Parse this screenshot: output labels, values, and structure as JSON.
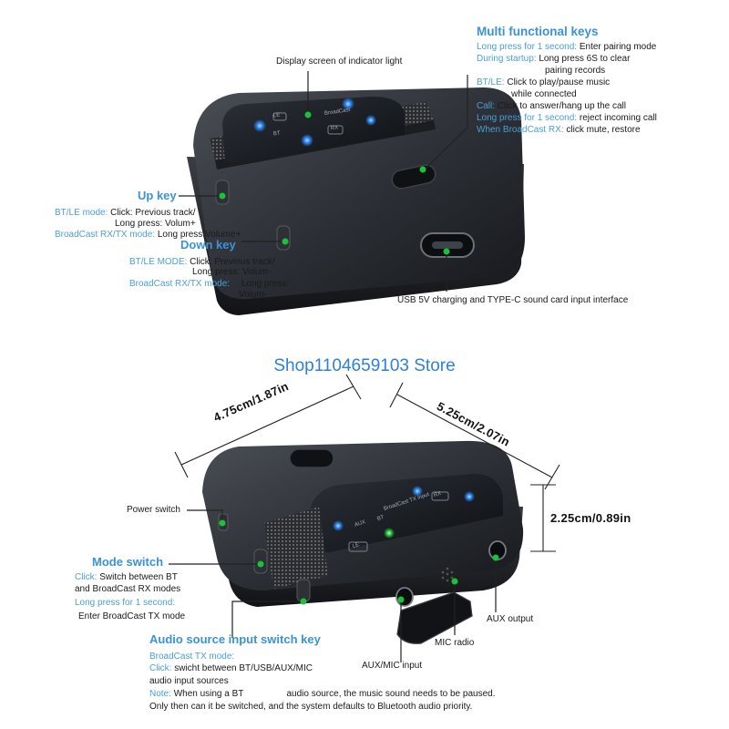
{
  "store_name": "Shop1104659103 Store",
  "top": {
    "display_screen_label": "Display screen of indicator light",
    "multi_keys": {
      "title": "Multi functional keys",
      "lines": [
        {
          "key": "Long press for 1 second:",
          "text": "Enter pairing mode"
        },
        {
          "key": "During startup:",
          "text": "Long press 6S to clear"
        },
        {
          "key": "",
          "text": "pairing  records"
        },
        {
          "key": "BT/LE:",
          "text": "Click to play/pause music"
        },
        {
          "key": "",
          "text": "while connected"
        },
        {
          "key": "Call:",
          "text": "Click to answer/hang up the call"
        },
        {
          "key": "Long press for 1 second:",
          "text": "reject incoming call"
        },
        {
          "key": "When BroadCast RX:",
          "text": "click mute, restore"
        }
      ]
    },
    "up_key": {
      "title": "Up key",
      "lines": [
        {
          "key": "BT/LE mode:",
          "text": "Click: Previous track/"
        },
        {
          "key": "",
          "text": "Long press: Volum+"
        },
        {
          "key": "BroadCast RX/TX mode:",
          "text": "Long press:Volume+"
        }
      ]
    },
    "down_key": {
      "title": "Down key",
      "lines": [
        {
          "key": "BT/LE MODE:",
          "text": "Click: Previous track/"
        },
        {
          "key": "",
          "text": "Long press: Volum-"
        },
        {
          "key": "BroadCast RX/TX mode:",
          "text": "Long press:"
        },
        {
          "key": "",
          "text": "Volum-"
        }
      ]
    },
    "usb_label": "USB 5V charging and TYPE-C sound card input interface",
    "screen_icons": [
      "LE",
      "BroadCast",
      "RX",
      "BT"
    ]
  },
  "bottom": {
    "width_dim": "4.75cm/1.87in",
    "depth_dim": "5.25cm/2.07in",
    "height_dim": "2.25cm/0.89in",
    "power_switch": "Power switch",
    "mode_switch": {
      "title": "Mode switch",
      "lines": [
        {
          "key": "Click:",
          "text": "Switch between BT"
        },
        {
          "key": "",
          "text": "and BroadCast RX modes"
        },
        {
          "key": "Long press for 1 second:",
          "text": ""
        },
        {
          "key": "",
          "text": "Enter BroadCast TX mode"
        }
      ]
    },
    "audio_source": {
      "title": "Audio source input switch key",
      "lines": [
        {
          "key": "BroadCast TX mode:",
          "text": ""
        },
        {
          "key": "Click:",
          "text": "swicht between BT/USB/AUX/MIC"
        },
        {
          "key": "",
          "text": "audio input sources"
        },
        {
          "key": "Note:",
          "text": "When using a BT                 audio source, the music sound needs to be paused."
        },
        {
          "key": "",
          "text": "Only then can it be switched, and the system defaults to Bluetooth audio priority."
        }
      ]
    },
    "aux_mic_label": "AUX/MIC input",
    "mic_radio_label": "MIC radio",
    "aux_output_label": "AUX output",
    "screen_icons": [
      "BroadCast TX input",
      "BT",
      "AUX",
      "RX",
      "LE"
    ]
  },
  "colors": {
    "accent_blue": "#3a93d6",
    "indicator_green": "#18c23a",
    "led_blue": "#2b8cff",
    "device_dark": "#2a2d33"
  }
}
